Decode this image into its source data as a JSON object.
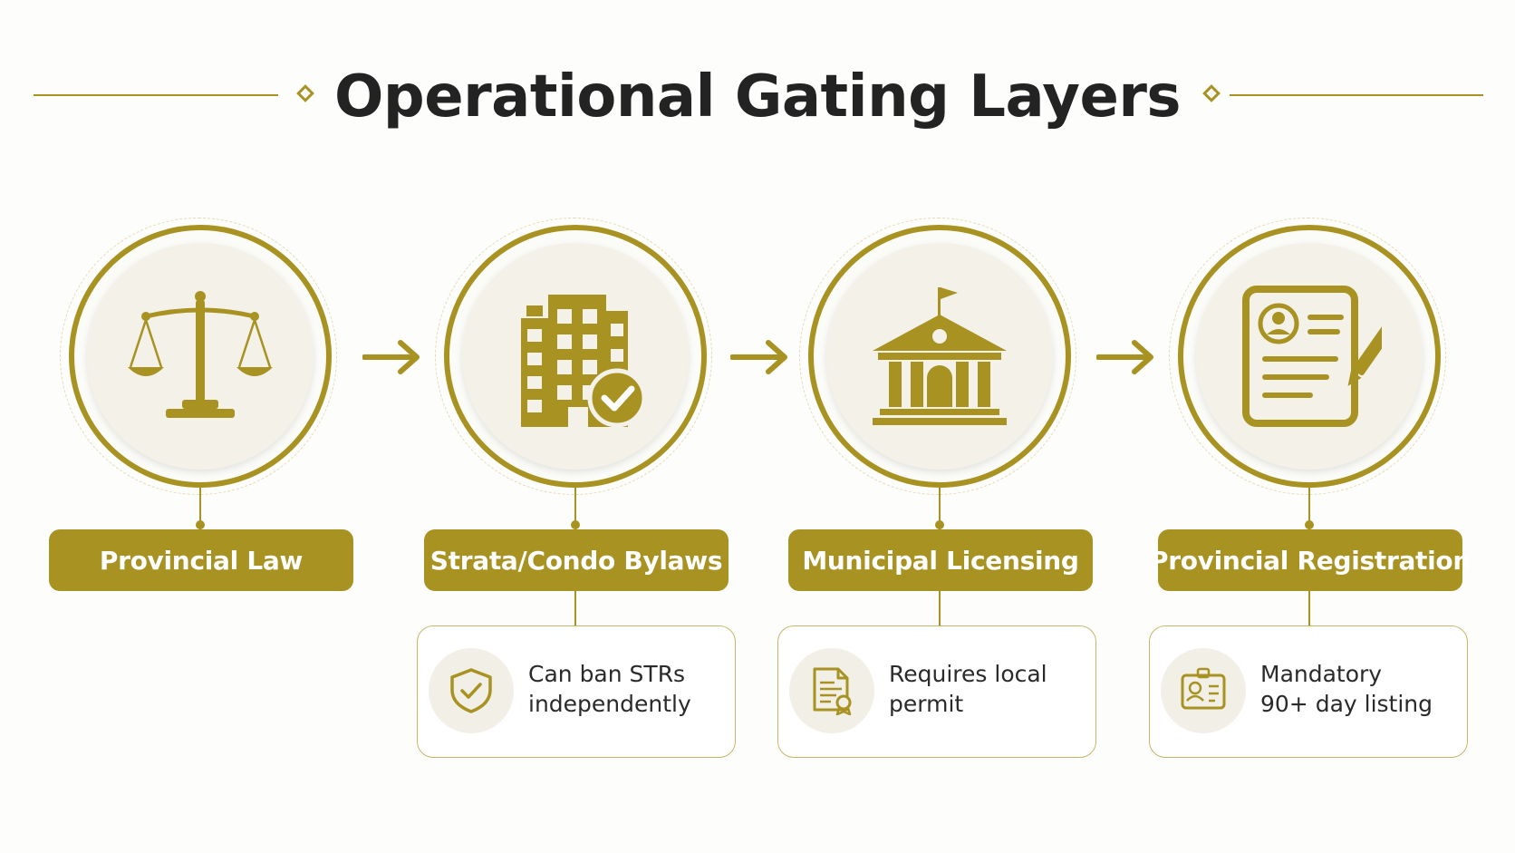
{
  "title": "Operational Gating Layers",
  "colors": {
    "accent": "#a89222",
    "text": "#232323",
    "background": "#fdfdfc"
  },
  "stages": [
    {
      "label": "Provincial Law",
      "icon": "scales-of-justice-icon",
      "note": null
    },
    {
      "label": "Strata/Condo Bylaws",
      "icon": "building-check-icon",
      "note": {
        "line1": "Can ban STRs",
        "line2": "independently",
        "icon": "shield-check-icon"
      }
    },
    {
      "label": "Municipal Licensing",
      "icon": "city-hall-icon",
      "note": {
        "line1": "Requires local",
        "line2": "permit",
        "icon": "certificate-document-icon"
      }
    },
    {
      "label": "Provincial Registration",
      "icon": "registration-form-icon",
      "note": {
        "line1": "Mandatory",
        "line2": "90+ day listing",
        "icon": "id-badge-icon"
      }
    }
  ]
}
